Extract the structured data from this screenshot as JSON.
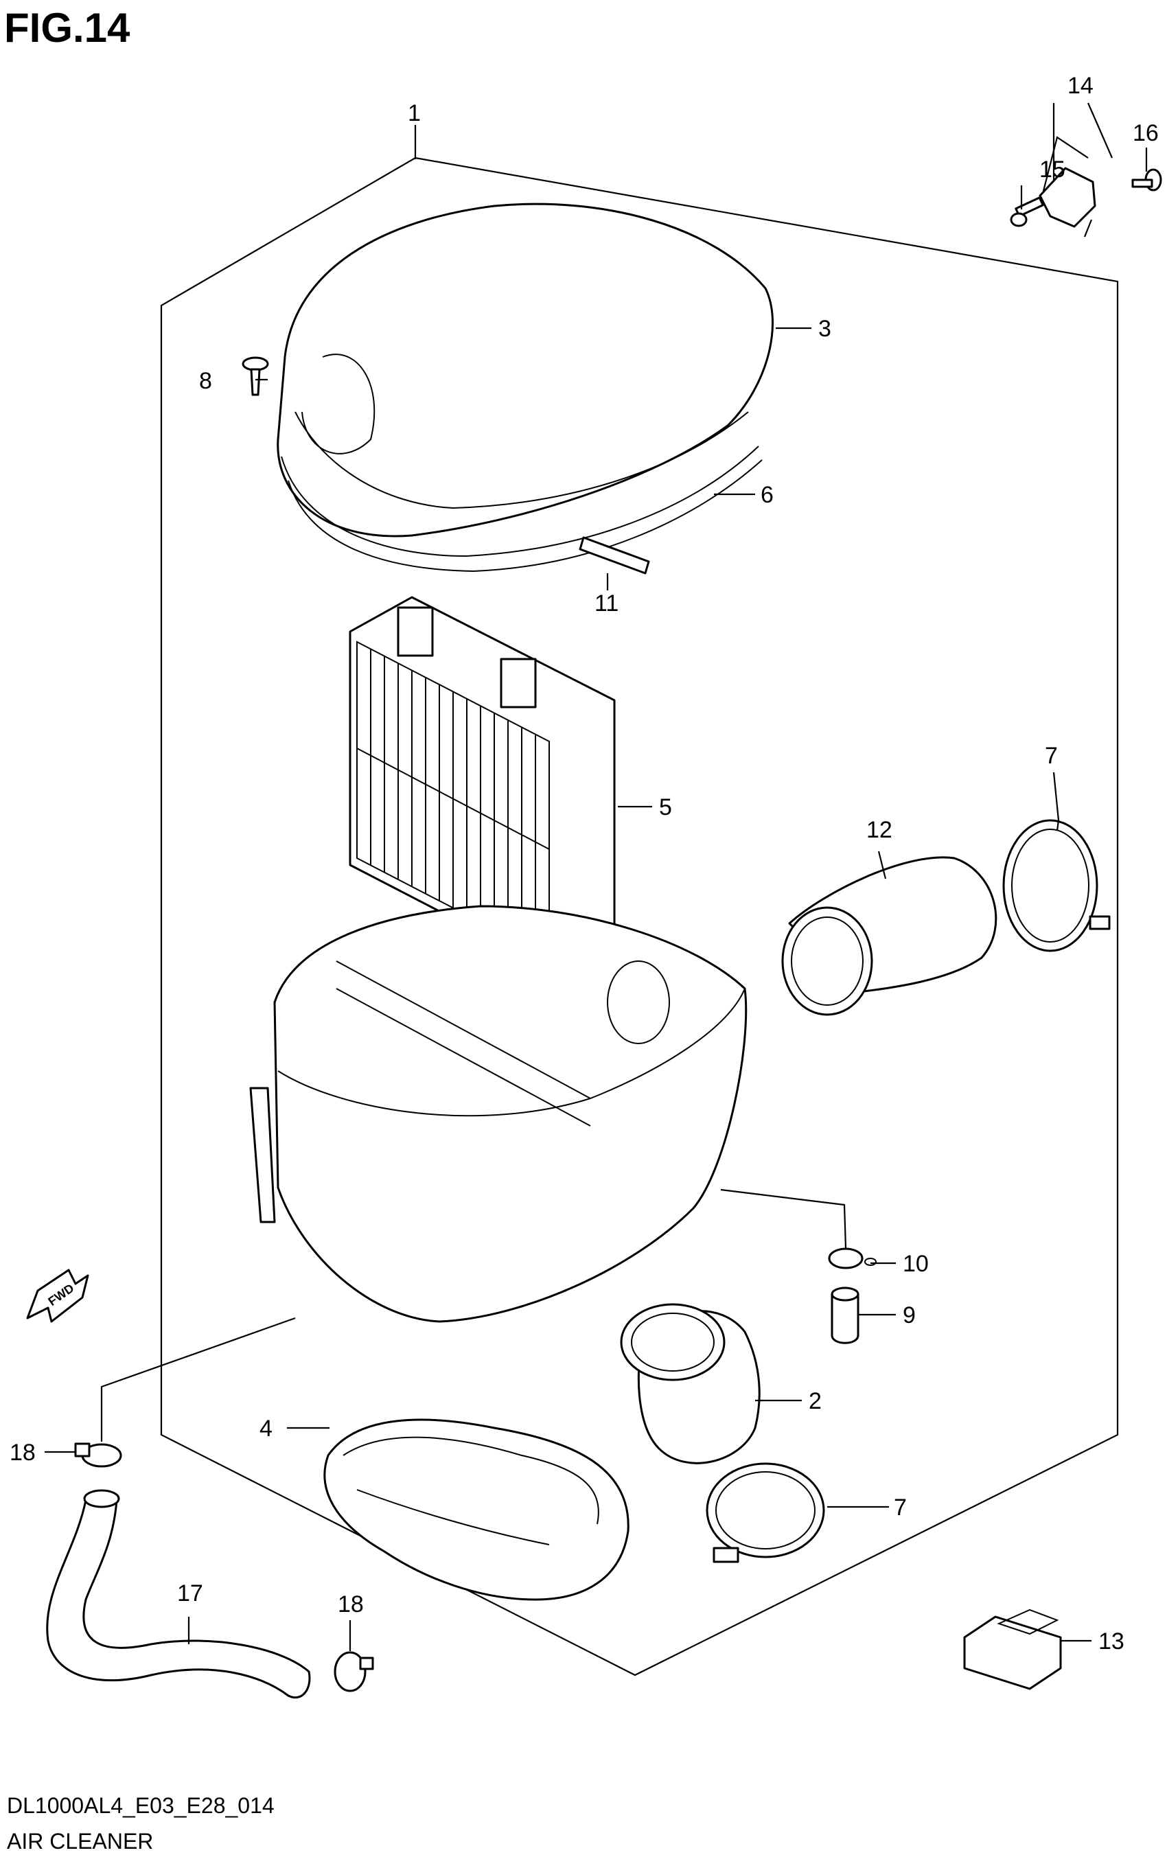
{
  "figure": {
    "title": "FIG.14",
    "code": "DL1000AL4_E03_E28_014",
    "name": "AIR CLEANER",
    "fwd_label": "FWD"
  },
  "callouts": [
    {
      "id": "c1",
      "label": "1"
    },
    {
      "id": "c2",
      "label": "2"
    },
    {
      "id": "c3",
      "label": "3"
    },
    {
      "id": "c4",
      "label": "4"
    },
    {
      "id": "c5",
      "label": "5"
    },
    {
      "id": "c6",
      "label": "6"
    },
    {
      "id": "c7a",
      "label": "7"
    },
    {
      "id": "c7b",
      "label": "7"
    },
    {
      "id": "c8",
      "label": "8"
    },
    {
      "id": "c9",
      "label": "9"
    },
    {
      "id": "c10",
      "label": "10"
    },
    {
      "id": "c11",
      "label": "11"
    },
    {
      "id": "c12",
      "label": "12"
    },
    {
      "id": "c13",
      "label": "13"
    },
    {
      "id": "c14",
      "label": "14"
    },
    {
      "id": "c15",
      "label": "15"
    },
    {
      "id": "c16",
      "label": "16"
    },
    {
      "id": "c17",
      "label": "17"
    },
    {
      "id": "c18a",
      "label": "18"
    },
    {
      "id": "c18b",
      "label": "18"
    }
  ]
}
